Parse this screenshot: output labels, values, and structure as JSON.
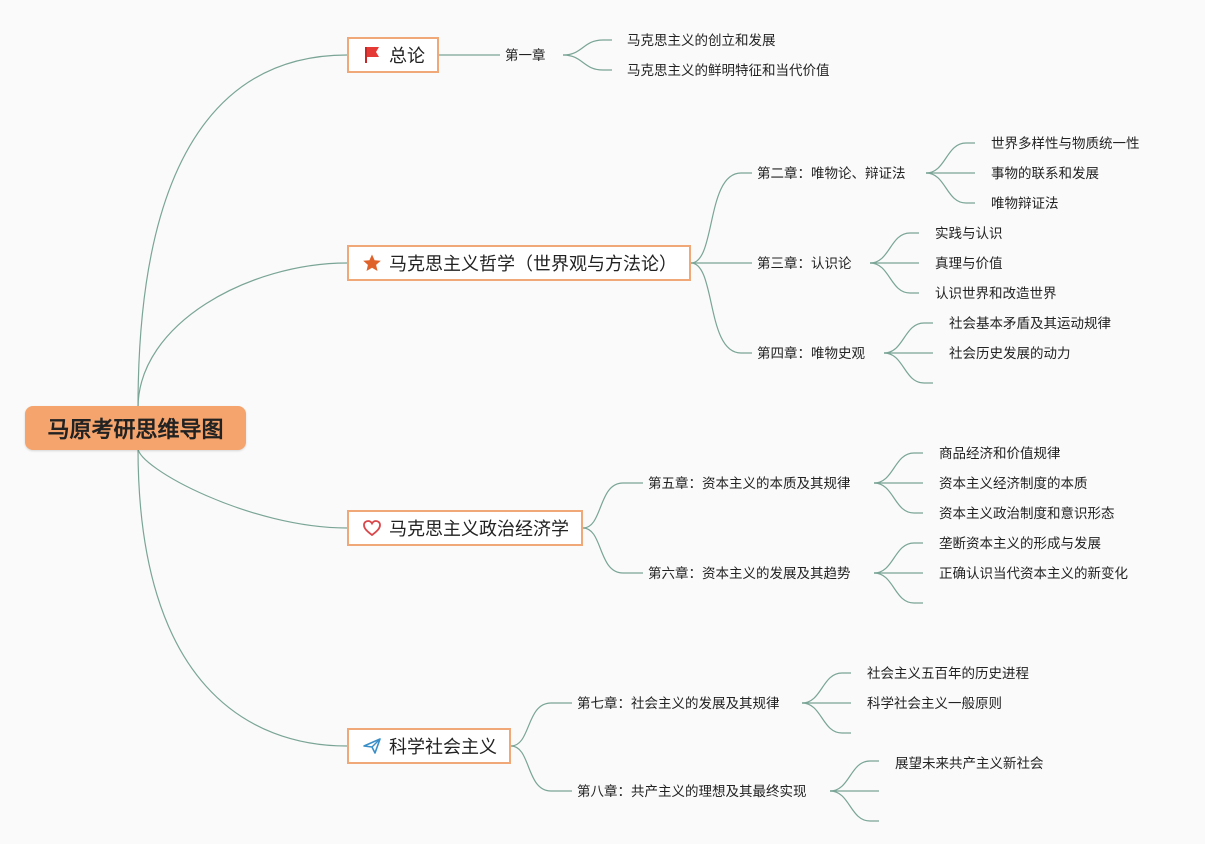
{
  "root": {
    "title": "马原考研思维导图"
  },
  "topics": [
    {
      "label": "总论",
      "icon": "flag-icon",
      "chapters": [
        {
          "label": "第一章",
          "leaves": [
            "马克思主义的创立和发展",
            "马克思主义的鲜明特征和当代价值"
          ]
        }
      ]
    },
    {
      "label": "马克思主义哲学（世界观与方法论）",
      "icon": "star-icon",
      "chapters": [
        {
          "label": "第二章：唯物论、辩证法",
          "leaves": [
            "世界多样性与物质统一性",
            "事物的联系和发展",
            "唯物辩证法"
          ]
        },
        {
          "label": "第三章：认识论",
          "leaves": [
            "实践与认识",
            "真理与价值",
            "认识世界和改造世界"
          ]
        },
        {
          "label": "第四章：唯物史观",
          "leaves": [
            "社会基本矛盾及其运动规律",
            "社会历史发展的动力",
            ""
          ]
        }
      ]
    },
    {
      "label": "马克思主义政治经济学",
      "icon": "heart-icon",
      "chapters": [
        {
          "label": "第五章：资本主义的本质及其规律",
          "leaves": [
            "商品经济和价值规律",
            "资本主义经济制度的本质",
            "资本主义政治制度和意识形态"
          ]
        },
        {
          "label": "第六章：资本主义的发展及其趋势",
          "leaves": [
            "垄断资本主义的形成与发展",
            "正确认识当代资本主义的新变化",
            ""
          ]
        }
      ]
    },
    {
      "label": "科学社会主义",
      "icon": "paper-plane-icon",
      "chapters": [
        {
          "label": "第七章：社会主义的发展及其规律",
          "leaves": [
            "社会主义五百年的历史进程",
            "科学社会主义一般原则",
            ""
          ]
        },
        {
          "label": "第八章：共产主义的理想及其最终实现",
          "leaves": [
            "展望未来共产主义新社会",
            "",
            ""
          ]
        }
      ]
    }
  ],
  "colors": {
    "line": "#7aa596",
    "root_fill": "#f4a46c",
    "topic_border": "#f0a878"
  }
}
